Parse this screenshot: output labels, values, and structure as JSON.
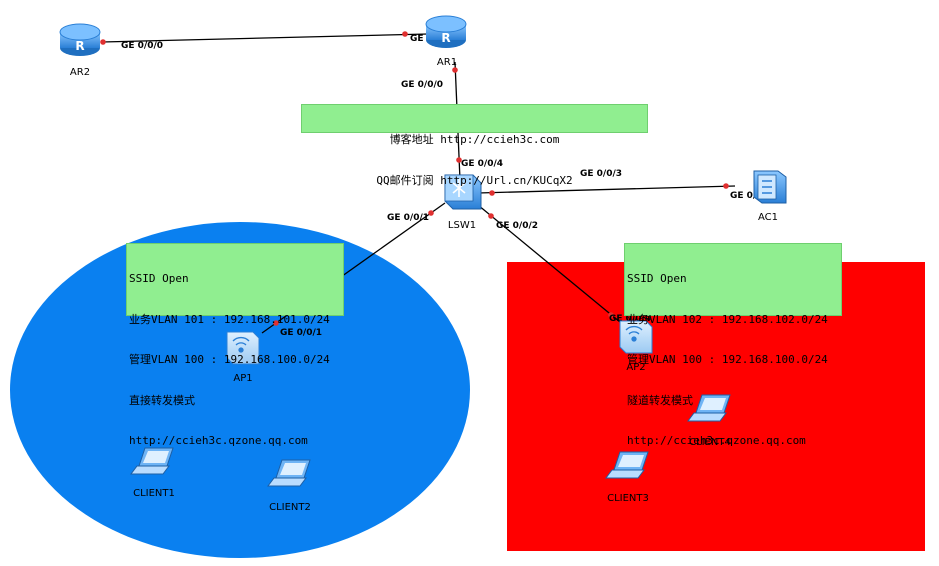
{
  "devices": {
    "ar2": "AR2",
    "ar1": "AR1",
    "lsw1": "LSW1",
    "ac1": "AC1",
    "ap1": "AP1",
    "ap2": "AP2",
    "client1": "CLIENT1",
    "client2": "CLIENT2",
    "client3": "CLIENT3",
    "client4": "CLIENT4"
  },
  "ports": {
    "ar2_ge000": "GE 0/0/0",
    "ar1_ge001": "GE 0/0/1",
    "ar1_ge000": "GE 0/0/0",
    "lsw1_ge004": "GE 0/0/4",
    "lsw1_ge003": "GE 0/0/3",
    "ac1_ge003": "GE 0/0/3",
    "lsw1_ge001": "GE 0/0/1",
    "lsw1_ge002": "GE 0/0/2",
    "ap1_ge001": "GE 0/0/1",
    "ap2_ge004": "GE 0/0/4"
  },
  "notes": {
    "blog": {
      "line1": "博客地址 http://ccieh3c.com",
      "line2": "QQ邮件订阅 http://Url.cn/KUCqX2"
    },
    "ap1_info": {
      "line1": "SSID Open",
      "line2": "业务VLAN 101 : 192.168.101.0/24",
      "line3": "管理VLAN 100 : 192.168.100.0/24",
      "line4": "直接转发模式",
      "line5": "http://ccieh3c.qzone.qq.com"
    },
    "ap2_info": {
      "line1": "SSID Open",
      "line2": "业务VLAN 102 : 192.168.102.0/24",
      "line3": "管理VLAN 100 : 192.168.100.0/24",
      "line4": "隧道转发模式",
      "line5": "http://ccieh3c.qzone.qq.com"
    }
  },
  "colors": {
    "blue_zone": "#0a80f0",
    "red_zone": "#ff0000",
    "note_bg": "#90ee90",
    "link": "#000000",
    "port_dot": "#e03030",
    "device_blue": "#2e8fe0"
  }
}
